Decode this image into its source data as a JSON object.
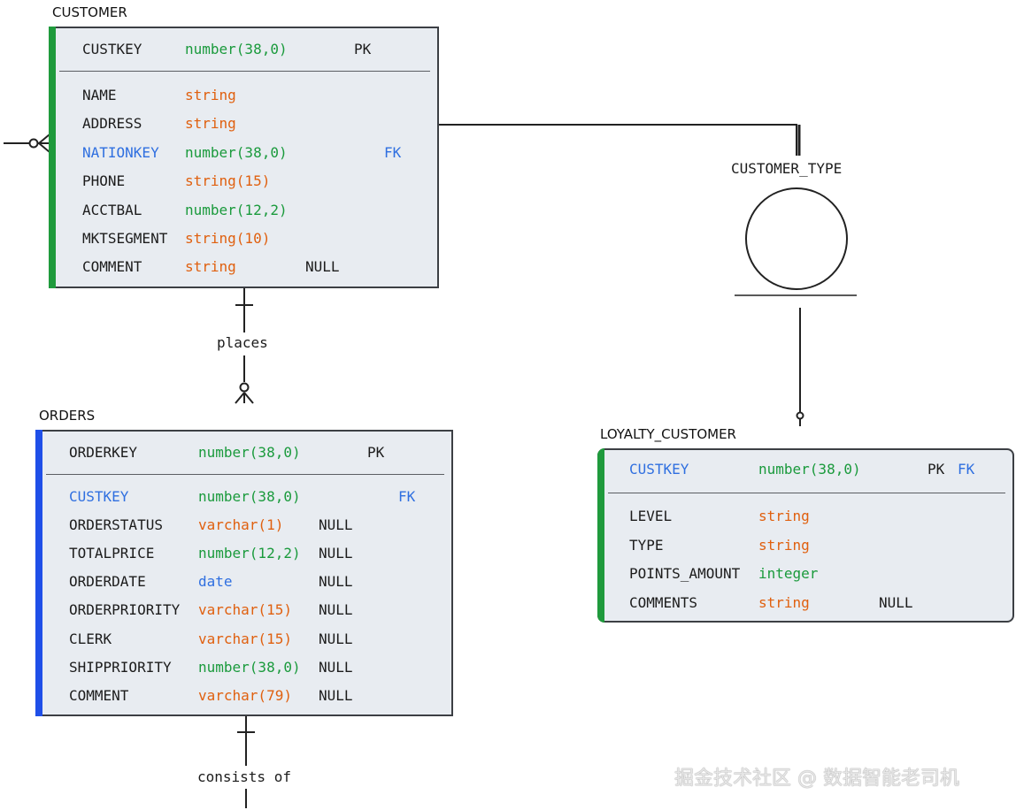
{
  "entities": {
    "customer": {
      "title": "CUSTOMER",
      "stripe_color": "#1f9a3c",
      "pk_rows": [
        {
          "name": "CUSTKEY",
          "type": "number(38,0)",
          "type_color": "green",
          "flag": "PK",
          "fk": ""
        }
      ],
      "rows": [
        {
          "name": "NAME",
          "type": "string",
          "type_color": "orange",
          "flag": "",
          "fk": ""
        },
        {
          "name": "ADDRESS",
          "type": "string",
          "type_color": "orange",
          "flag": "",
          "fk": ""
        },
        {
          "name": "NATIONKEY",
          "type": "number(38,0)",
          "type_color": "green",
          "flag": "",
          "fk": "FK",
          "is_fk": true
        },
        {
          "name": "PHONE",
          "type": "string(15)",
          "type_color": "orange",
          "flag": "",
          "fk": ""
        },
        {
          "name": "ACCTBAL",
          "type": "number(12,2)",
          "type_color": "green",
          "flag": "",
          "fk": ""
        },
        {
          "name": "MKTSEGMENT",
          "type": "string(10)",
          "type_color": "orange",
          "flag": "",
          "fk": ""
        },
        {
          "name": "COMMENT",
          "type": "string",
          "type_color": "orange",
          "flag": "NULL",
          "fk": ""
        }
      ]
    },
    "orders": {
      "title": "ORDERS",
      "stripe_color": "#1f4fe8",
      "pk_rows": [
        {
          "name": "ORDERKEY",
          "type": "number(38,0)",
          "type_color": "green",
          "flag": "PK",
          "fk": ""
        }
      ],
      "rows": [
        {
          "name": "CUSTKEY",
          "type": "number(38,0)",
          "type_color": "green",
          "flag": "",
          "fk": "FK",
          "is_fk": true
        },
        {
          "name": "ORDERSTATUS",
          "type": "varchar(1)",
          "type_color": "orange",
          "flag": "NULL",
          "fk": ""
        },
        {
          "name": "TOTALPRICE",
          "type": "number(12,2)",
          "type_color": "green",
          "flag": "NULL",
          "fk": ""
        },
        {
          "name": "ORDERDATE",
          "type": "date",
          "type_color": "blue",
          "flag": "NULL",
          "fk": ""
        },
        {
          "name": "ORDERPRIORITY",
          "type": "varchar(15)",
          "type_color": "orange",
          "flag": "NULL",
          "fk": ""
        },
        {
          "name": "CLERK",
          "type": "varchar(15)",
          "type_color": "orange",
          "flag": "NULL",
          "fk": ""
        },
        {
          "name": "SHIPPRIORITY",
          "type": "number(38,0)",
          "type_color": "green",
          "flag": "NULL",
          "fk": ""
        },
        {
          "name": "COMMENT",
          "type": "varchar(79)",
          "type_color": "orange",
          "flag": "NULL",
          "fk": ""
        }
      ]
    },
    "loyalty_customer": {
      "title": "LOYALTY_CUSTOMER",
      "stripe_color": "#1f9a3c",
      "pk_rows": [
        {
          "name": "CUSTKEY",
          "type": "number(38,0)",
          "type_color": "green",
          "flag": "PK",
          "fk": "FK",
          "is_fk": true
        }
      ],
      "rows": [
        {
          "name": "LEVEL",
          "type": "string",
          "type_color": "orange",
          "flag": "",
          "fk": ""
        },
        {
          "name": "TYPE",
          "type": "string",
          "type_color": "orange",
          "flag": "",
          "fk": ""
        },
        {
          "name": "POINTS_AMOUNT",
          "type": "integer",
          "type_color": "green",
          "flag": "",
          "fk": ""
        },
        {
          "name": "COMMENTS",
          "type": "string",
          "type_color": "orange",
          "flag": "NULL",
          "fk": ""
        }
      ]
    }
  },
  "relationships": {
    "places": "places",
    "consists_of": "consists of",
    "subtype_discriminator": "CUSTOMER_TYPE"
  },
  "watermark": "掘金技术社区 @ 数据智能老司机"
}
